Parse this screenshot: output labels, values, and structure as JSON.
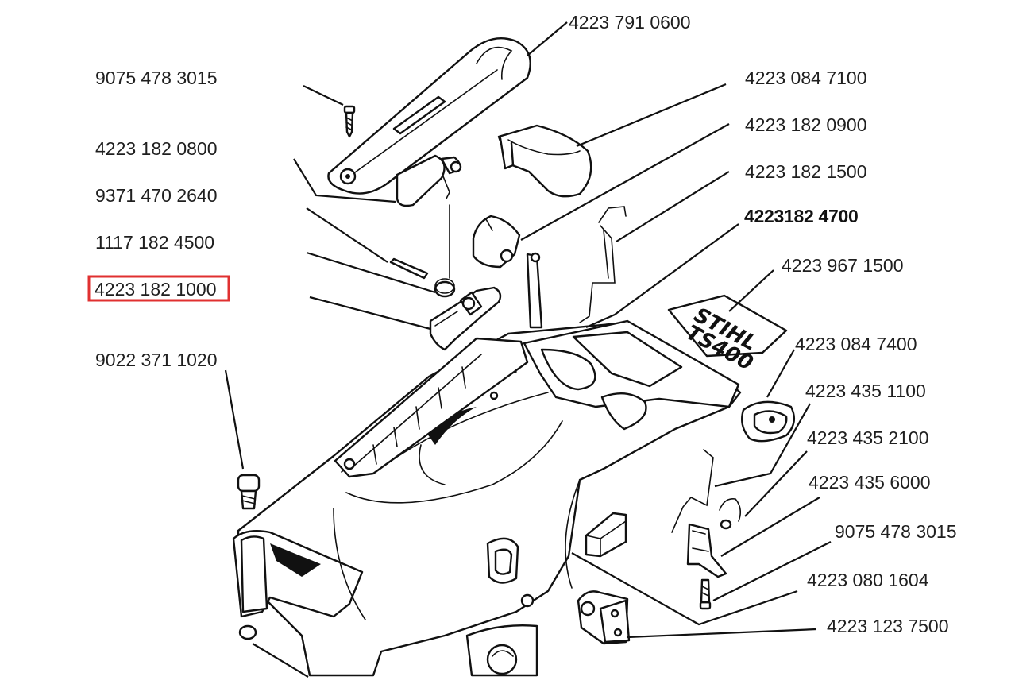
{
  "highlight_color": "#e03030",
  "highlighted_part": "4223 182 1000",
  "decal": {
    "line1": "STIHL",
    "line2": "TS400"
  },
  "labels": {
    "l_4223_791_0600": "4223 791 0600",
    "l_9075_478_3015_top": "9075 478 3015",
    "l_4223_084_7100": "4223 084 7100",
    "l_4223_182_0900": "4223 182 0900",
    "l_4223_182_0800": "4223 182 0800",
    "l_4223_182_1500": "4223 182 1500",
    "l_9371_470_2640": "9371 470 2640",
    "l_4223182_4700": "4223182 4700",
    "l_1117_182_4500": "1117 182 4500",
    "l_4223_967_1500": "4223 967 1500",
    "l_4223_182_1000": "4223 182 1000",
    "l_4223_084_7400": "4223 084 7400",
    "l_9022_371_1020": "9022 371 1020",
    "l_4223_435_1100": "4223 435 1100",
    "l_4223_435_2100": "4223 435 2100",
    "l_4223_435_6000": "4223 435 6000",
    "l_9075_478_3015_bottom": "9075 478 3015",
    "l_4223_080_1604": "4223 080 1604",
    "l_4223_123_7500": "4223 123 7500"
  }
}
